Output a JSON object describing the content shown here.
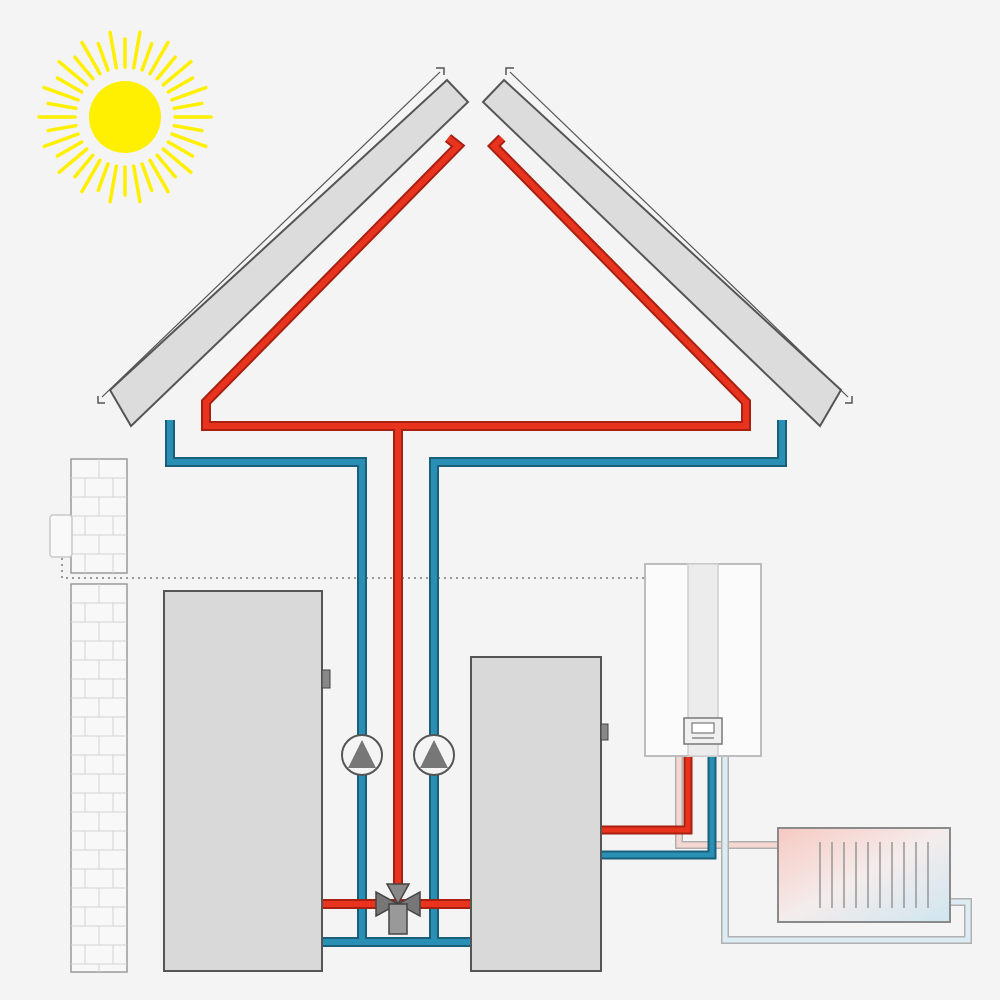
{
  "diagram": {
    "title": "",
    "elements": {
      "sun": "sun-icon",
      "solar_collectors": 2,
      "storage_tanks": 2,
      "circulation_pumps": 2,
      "mixing_valve": 1,
      "boiler": 1,
      "radiator": 1,
      "outdoor_sensor": 1
    }
  },
  "colors": {
    "background": "#f4f4f4",
    "hot_flow": "#e8331f",
    "return_flow": "#2a8fb5",
    "panel_fill": "#dcdcdc",
    "tank_fill": "#d9d9d9",
    "sun_fill": "#ffef00",
    "outline": "#555555"
  }
}
